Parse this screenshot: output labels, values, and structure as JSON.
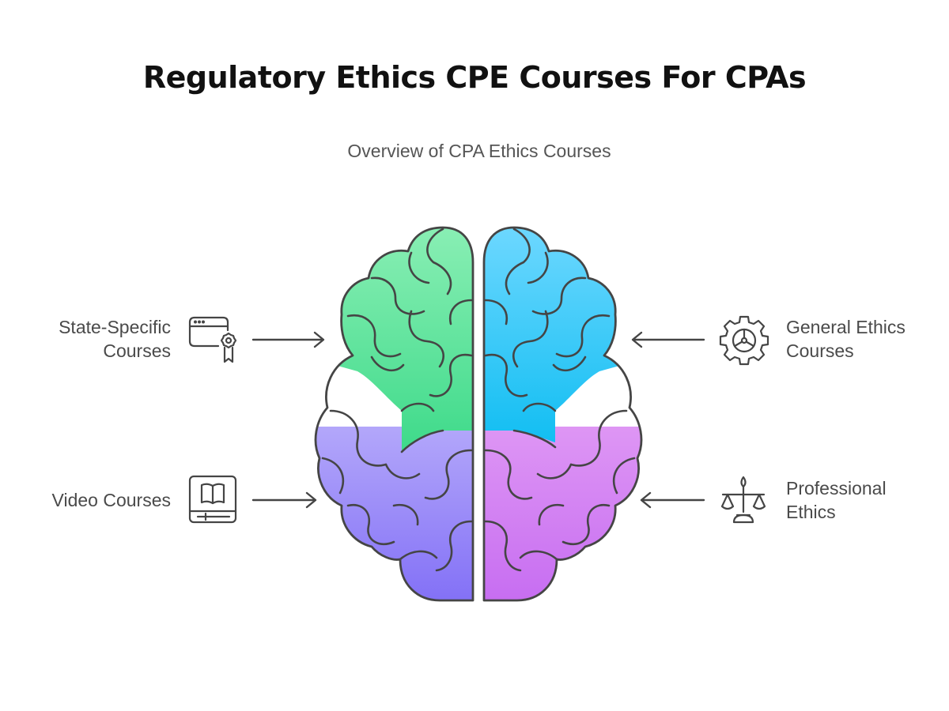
{
  "title": "Regulatory Ethics CPE Courses For CPAs",
  "subtitle": "Overview of CPA Ethics Courses",
  "items": {
    "state_specific": {
      "line1": "State-Specific",
      "line2": "Courses",
      "icon": "certificate-browser-icon"
    },
    "video": {
      "line1": "Video Courses",
      "icon": "video-book-icon"
    },
    "general_ethics": {
      "line1": "General Ethics",
      "line2": "Courses",
      "icon": "gear-icon"
    },
    "professional_ethics": {
      "line1": "Professional",
      "line2": "Ethics",
      "icon": "scales-icon"
    }
  },
  "colors": {
    "green": "#4EDC93",
    "cyan": "#35C8F4",
    "purple": "#9B87F5",
    "magenta": "#D07CF2",
    "outline": "#454545"
  }
}
